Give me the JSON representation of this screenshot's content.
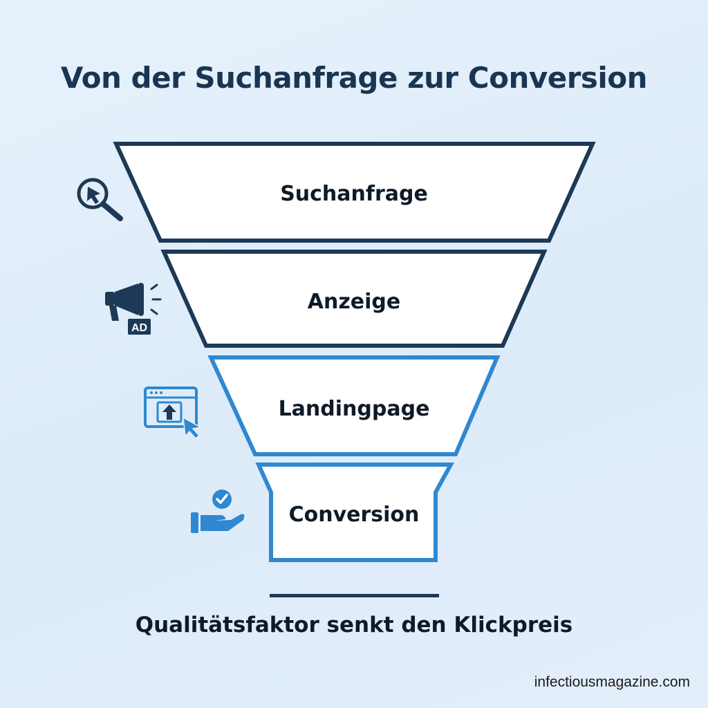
{
  "title": "Von der Suchanfrage zur Conversion",
  "stages": [
    {
      "label": "Suchanfrage",
      "icon": "search-cursor-icon",
      "color": "#1e3956"
    },
    {
      "label": "Anzeige",
      "icon": "megaphone-ad-icon",
      "icon_badge": "AD",
      "color": "#1e3956"
    },
    {
      "label": "Landingpage",
      "icon": "browser-upload-icon",
      "color": "#2f88d0"
    },
    {
      "label": "Conversion",
      "icon": "hand-check-icon",
      "color": "#2f88d0"
    }
  ],
  "caption": "Qualitätsfaktor senkt den Klickpreis",
  "watermark": "infectiousmagazine.com",
  "colors": {
    "navy": "#1e3956",
    "blue": "#2f88d0",
    "background": "#e3eefa"
  }
}
